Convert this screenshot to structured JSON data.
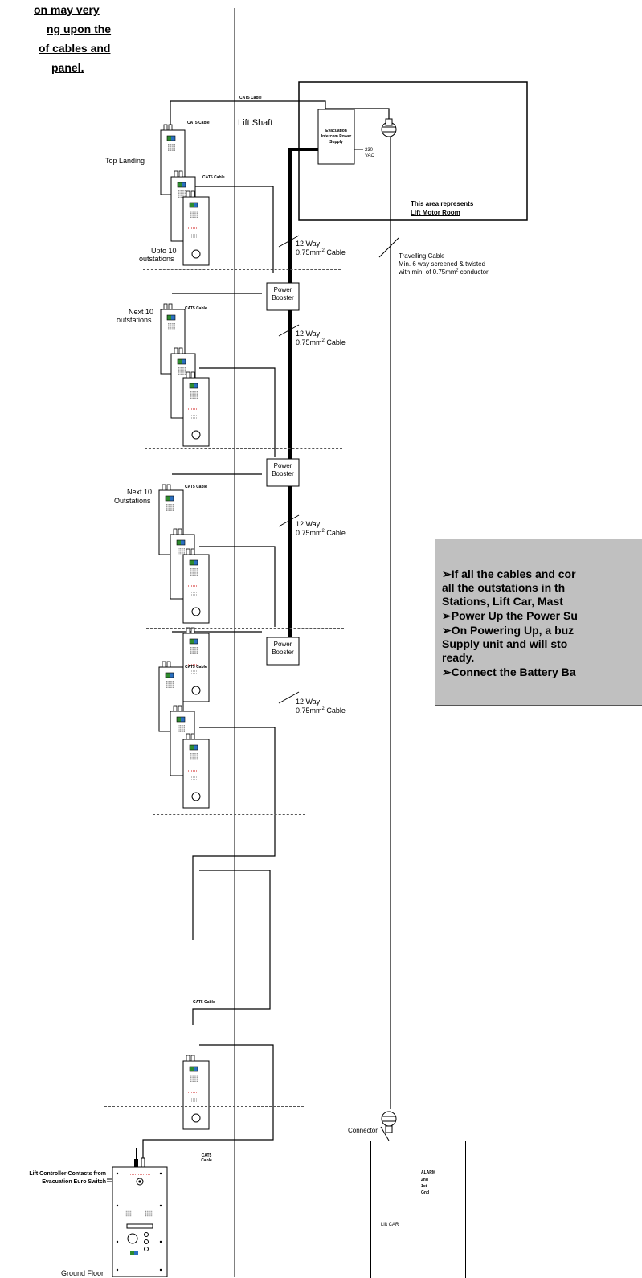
{
  "top_note": {
    "line1": "on may very",
    "line2": "ng upon the",
    "line3": "of cables and",
    "line4": "panel."
  },
  "labels": {
    "cat5_top": "CAT5 Cable",
    "cat5_1": "CAT5 Cable",
    "cat5_2": "CAT5 Cable",
    "cat5_3": "CAT5 Cable",
    "cat5_4": "CAT5 Cable",
    "cat5_5": "CAT5 Cable",
    "cat5_6": "CAT5 Cable",
    "cat5_7": "CAT5 Cable",
    "lift_shaft": "Lift Shaft",
    "psu": "Evacuation Intercom Power Supply",
    "vac_line1": "230",
    "vac_line2": "VAC",
    "motor_room_line1": "This area represents",
    "motor_room_line2": "Lift Motor Room",
    "top_landing": "Top Landing",
    "upto10_line1": "Upto 10",
    "upto10_line2": "outstations",
    "next10a_line1": "Next 10",
    "next10a_line2": "outstations",
    "next10b_line1": "Next 10",
    "next10b_line2": "Outstations",
    "cable12_1_line1": "12 Way",
    "cable12_1_line2": "0.75mm",
    "cable12_2_line1": "12 Way",
    "cable12_2_line2": "0.75mm",
    "cable12_3_line1": "12 Way",
    "cable12_3_line2": "0.75mm",
    "cable12_4_line1": "12 Way",
    "cable12_4_line2": "0.75mm",
    "sup2": "2",
    "cable_suffix": " Cable",
    "travelling_line1": "Travelling Cable",
    "travelling_line2": "Min. 6 way screened & twisted",
    "travelling_line3": "with min. of 0.75mm",
    "travelling_line3_suffix": " conductor",
    "booster1_line1": "Power",
    "booster1_line2": "Booster",
    "booster2_line1": "Power",
    "booster2_line2": "Booster",
    "booster3_line1": "Power",
    "booster3_line2": "Booster",
    "connector": "Connector",
    "lift_car": "Lift CAR",
    "alarm": "ALARM",
    "second": "2nd",
    "first": "1st",
    "gnd": "Gnd",
    "lift_ctrl_line1": "Lift Controller Contacts from",
    "lift_ctrl_line2": "Evacuation Euro Switch",
    "ground_floor": "Ground Floor"
  },
  "instructions": [
    "➢If all the cables and cor",
    "   all the outstations in th",
    "   Stations, Lift Car, Mast",
    "➢Power Up the Power Su",
    "➢On Powering Up, a buz",
    "   Supply unit and will sto",
    "   ready.",
    "➢Connect the Battery Ba"
  ],
  "colors": {
    "line": "#000000",
    "note_bg": "#c0c0c0",
    "led_green": "#2e8b2e",
    "led_blue": "#2a6fc0",
    "red_text": "#d02020"
  }
}
